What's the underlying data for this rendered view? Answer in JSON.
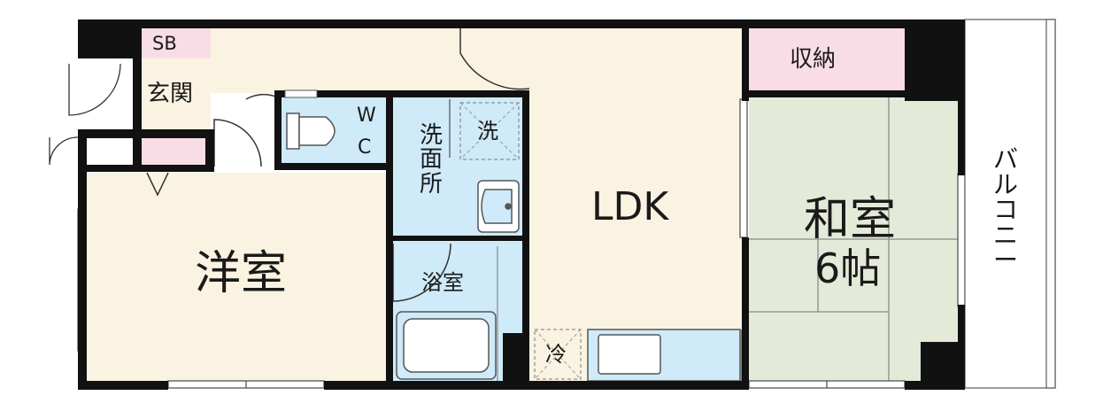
{
  "rooms": {
    "sb": "SB",
    "genkan": "玄関",
    "wc_w": "W",
    "wc_c": "C",
    "senmenjo": [
      "洗",
      "面",
      "所"
    ],
    "sen": "洗",
    "yokushitsu": "浴室",
    "youshitsu": "洋室",
    "ldk": "LDK",
    "shuno": "収納",
    "washitsu": "和室",
    "washitsu_size": "6帖",
    "rei": "冷",
    "balcony": [
      "バ",
      "ル",
      "コ",
      "ニ",
      "ー"
    ]
  },
  "colors": {
    "wall": "#111111",
    "cream": "#fbf3e1",
    "blue": "#cfeaf8",
    "pink": "#f9dde6",
    "tatami": "#e4ead8",
    "line": "#9a9a9a"
  }
}
